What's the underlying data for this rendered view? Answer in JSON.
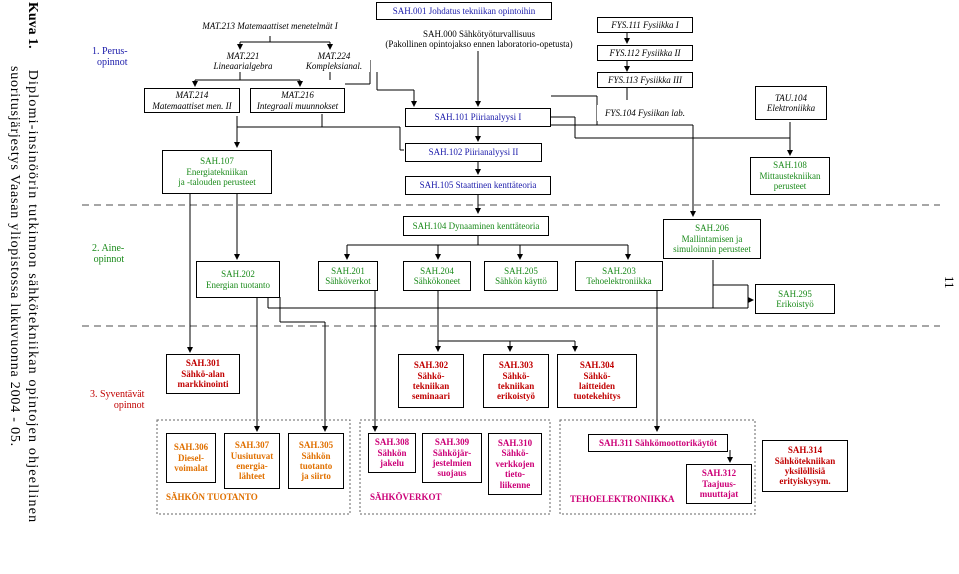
{
  "caption": {
    "figure_label": "Kuva 1.",
    "line1": "Diplomi-insinöörin tutkinnon sähkötekniikan opintojen ohjeellinen",
    "line2": "suoritusjärjestys Vaasan yliopistossa lukuvuonna 2004 - 05."
  },
  "page_number": "11",
  "levels": {
    "level1": "1. Perus-\nopinnot",
    "level2": "2. Aine-\nopinnot",
    "level3": "3. Syventävät\nopinnot"
  },
  "courses": {
    "mat213": "MAT.213 Matemaattiset menetelmät I",
    "mat221": "MAT.221\nLineaarialgebra",
    "mat224": "MAT.224\nKompleksianal.",
    "mat214": "MAT.214\nMatemaattiset men. II",
    "mat216": "MAT.216\nIntegraali muunnokset",
    "sah001": "SAH.001 Johdatus tekniikan opintoihin",
    "sah000": "SAH.000 Sähkötyöturvallisuus\n(Pakollinen opintojakso ennen laboratorio-opetusta)",
    "fys111": "FYS.111 Fysiikka I",
    "fys112": "FYS.112 Fysiikka II",
    "fys113": "FYS.113 Fysiikka III",
    "fys104": "FYS.104 Fysiikan lab.",
    "tau104": "TAU.104\nElektroniikka",
    "sah101": "SAH.101 Piirianalyysi I",
    "sah102": "SAH.102 Piirianalyysi II",
    "sah105": "SAH.105 Staattinen kenttäteoria",
    "sah107": "SAH.107\nEnergiatekniikan\nja -talouden perusteet",
    "sah108": "SAH.108\nMittaustekniikan\nperusteet",
    "sah104": "SAH.104 Dynaaminen kenttäteoria",
    "sah206": "SAH.206\nMallintamisen ja\nsimuloinnin perusteet",
    "sah202": "SAH.202\nEnergian tuotanto",
    "sah201": "SAH.201\nSähköverkot",
    "sah204": "SAH.204\nSähkökoneet",
    "sah205": "SAH.205\nSähkön käyttö",
    "sah203": "SAH.203\nTehoelektroniikka",
    "sah295": "SAH.295\nErikoistyö",
    "sah301": "SAH.301\nSähkö-alan\nmarkkinointi",
    "sah302": "SAH.302\nSähkö-\ntekniikan\nseminaari",
    "sah303": "SAH.303\nSähkö-\ntekniikan\nerikoistyö",
    "sah304": "SAH.304\nSähkö-\nlaitteiden\ntuotekehitys",
    "sah306": "SAH.306\nDiesel-\nvoimalat",
    "sah307": "SAH.307\nUusiutuvat\nenergia-\nlähteet",
    "sah305": "SAH.305\nSähkön\ntuotanto\nja siirto",
    "sah308": "SAH.308\nSähkön\njakelu",
    "sah309": "SAH.309\nSähköjär-\njestelmien\nsuojaus",
    "sah310": "SAH.310\nSähkö-\nverkkojen\ntieto-\nliikenne",
    "sah311": "SAH.311 Sähkömoottorikäytöt",
    "sah312": "SAH.312\nTaajuus-\nmuuttajat",
    "sah314": "SAH.314\nSähkötekniikan\nyksilöllisiä\nerityiskysym."
  },
  "groups": {
    "tuotanto": "SÄHKÖN TUOTANTO",
    "verkot": "SÄHKÖVERKOT",
    "tehoelektroniikka": "TEHOELEKTRONIIKKA"
  },
  "colors": {
    "level1": "#1a1aaa",
    "level2": "#1a8a1a",
    "level3": "#c00000",
    "orange": "#e07000",
    "magenta": "#cc0077"
  }
}
